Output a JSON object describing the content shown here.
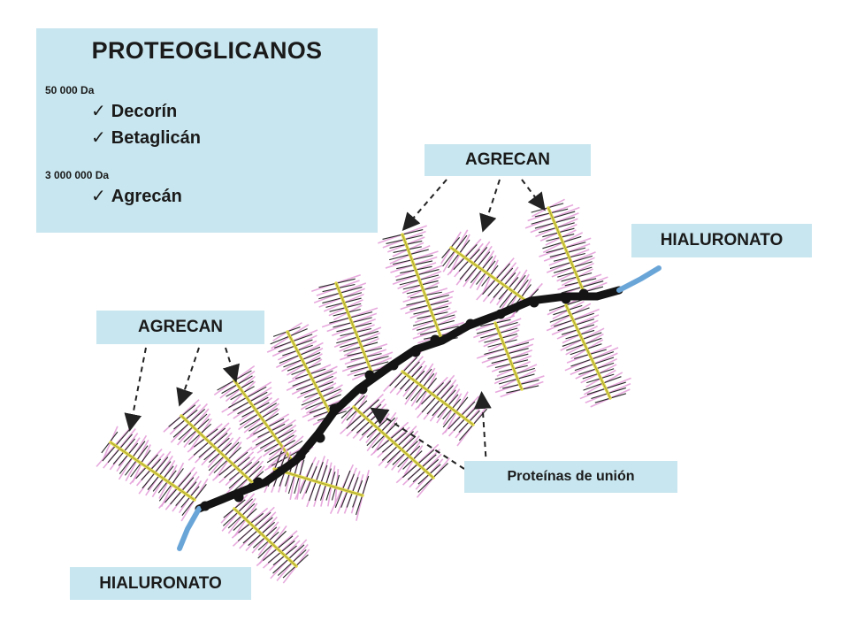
{
  "info": {
    "title": "PROTEOGLICANOS",
    "groups": [
      {
        "weight": "50 000 Da",
        "items": [
          "Decorín",
          "Betaglicán"
        ]
      },
      {
        "weight": "3 000 000 Da",
        "items": [
          "Agrecán"
        ]
      }
    ],
    "check_glyph": "✓"
  },
  "labels": {
    "agrecan_top": "AGRECAN",
    "agrecan_left": "AGRECAN",
    "hialuronato_right": "HIALURONATO",
    "hialuronato_bottom": "HIALURONATO",
    "proteinas": "Proteínas de unión"
  },
  "colors": {
    "label_bg": "#c8e6ef",
    "backbone": "#141414",
    "backbone_ends": "#6aa5d8",
    "core_protein": "#e3db4a",
    "bristles_dark": "#2a2a2a",
    "bristles_pink": "#e39bd8"
  }
}
